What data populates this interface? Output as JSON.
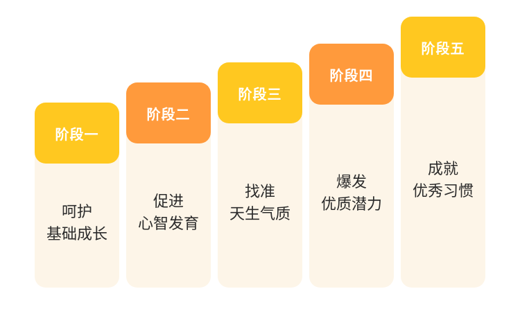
{
  "stages": [
    {
      "label": "阶段一",
      "lines": [
        "呵护",
        "基础成长"
      ]
    },
    {
      "label": "阶段二",
      "lines": [
        "促进",
        "心智发育"
      ]
    },
    {
      "label": "阶段三",
      "lines": [
        "找准",
        "天生气质"
      ]
    },
    {
      "label": "阶段四",
      "lines": [
        "爆发",
        "优质潜力"
      ]
    },
    {
      "label": "阶段五",
      "lines": [
        "成就",
        "优秀习惯"
      ]
    }
  ],
  "colors": {
    "yellow_tab": "#ffc820",
    "orange_tab": "#ff9a3c",
    "card_background": "#fdf5e8",
    "text": "#2b2b2b"
  }
}
